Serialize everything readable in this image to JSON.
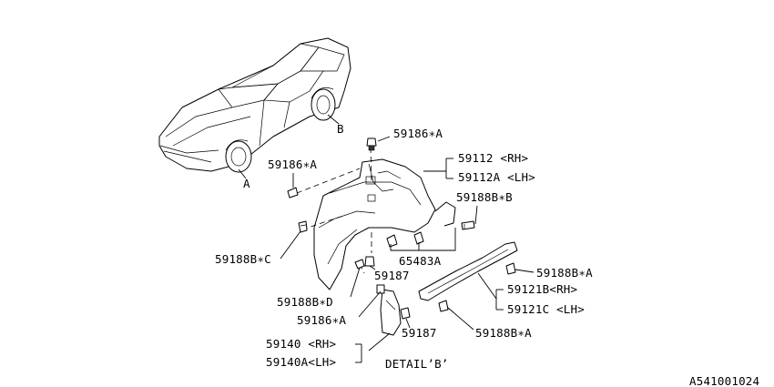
{
  "labels": {
    "a": "A",
    "b": "B",
    "p59186_top": "59186∗A",
    "p59112": "59112  <RH>",
    "p59112a": "59112A <LH>",
    "p59186_left": "59186∗A",
    "p59188b_b": "59188B∗B",
    "p59188b_c": "59188B∗C",
    "p65483a": "65483A",
    "p59187_upper": "59187",
    "p59188b_a_upper": "59188B∗A",
    "p59121b": "59121B<RH>",
    "p59188b_d": "59188B∗D",
    "p59121c": "59121C <LH>",
    "p59186_lower": "59186∗A",
    "p59187_lower": "59187",
    "p59188b_a_lower": "59188B∗A",
    "p59140": "59140  <RH>",
    "p59140a": "59140A<LH>",
    "detail": "DETAIL’B’",
    "code": "A541001024"
  }
}
